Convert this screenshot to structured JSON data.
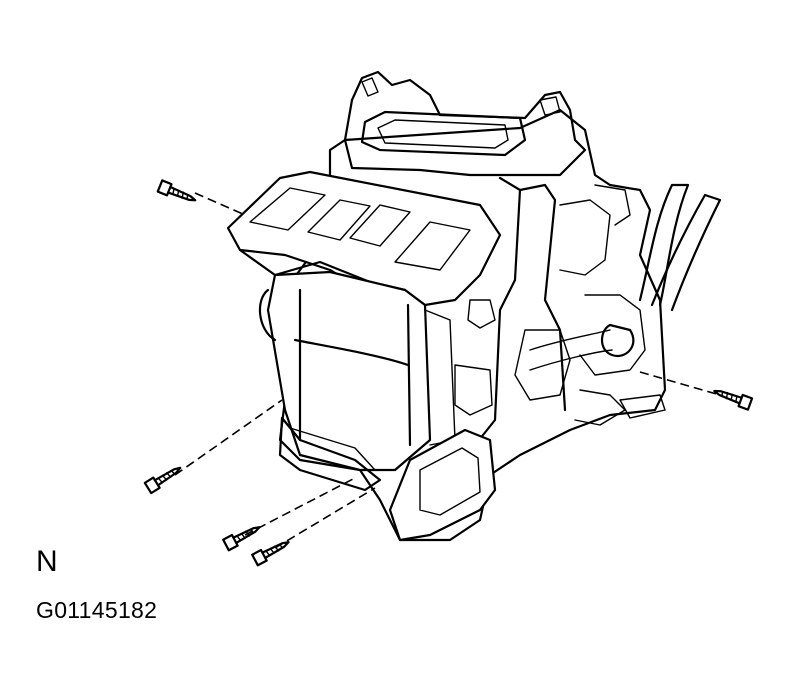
{
  "figure": {
    "view_letter": "N",
    "figure_code": "G01145182"
  },
  "parts": {
    "housing": "heater-unit-housing",
    "top_duct": "top-duct-cover",
    "pipes": "coolant-pipes",
    "screws": [
      "screw-upper-left",
      "screw-right",
      "screw-left",
      "screw-lower-1",
      "screw-lower-2"
    ]
  },
  "colors": {
    "ink": "#000000",
    "paper": "#ffffff"
  }
}
